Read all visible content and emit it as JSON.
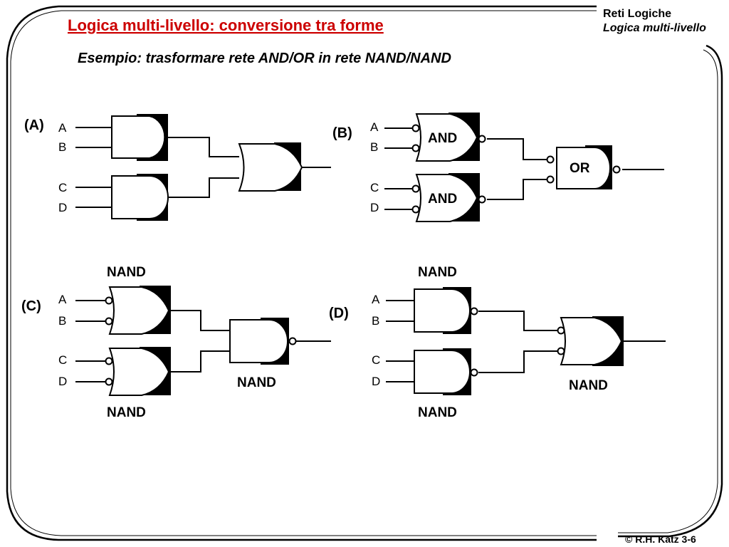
{
  "header": {
    "title": "Logica multi-livello: conversione tra forme",
    "course": "Reti Logiche",
    "section": "Logica multi-livello",
    "subtitle": "Esempio: trasformare rete AND/OR in rete NAND/NAND"
  },
  "footer": {
    "copyright": "© R.H. Katz 3-6"
  },
  "colors": {
    "title": "#cc0000",
    "ink": "#000000",
    "shadow": "#000000"
  },
  "panels": {
    "a": {
      "label": "(A)",
      "inputs": [
        "A",
        "B",
        "C",
        "D"
      ]
    },
    "b": {
      "label": "(B)",
      "inputs": [
        "A",
        "B",
        "C",
        "D"
      ],
      "gate1": "AND",
      "gate2": "AND",
      "gate3": "OR"
    },
    "c": {
      "label": "(C)",
      "inputs": [
        "A",
        "B",
        "C",
        "D"
      ],
      "top_caption": "NAND",
      "bottom_caption": "NAND",
      "out_caption": "NAND"
    },
    "d": {
      "label": "(D)",
      "inputs": [
        "A",
        "B",
        "C",
        "D"
      ],
      "top_caption": "NAND",
      "bottom_caption": "NAND",
      "out_caption": "NAND"
    }
  }
}
